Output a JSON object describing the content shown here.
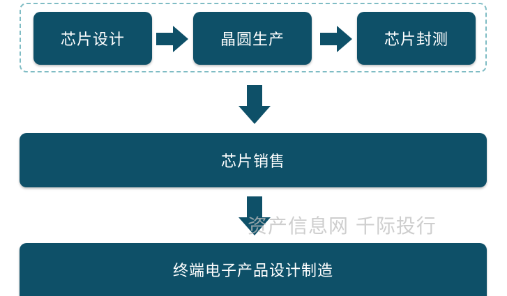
{
  "steps": {
    "design": "芯片设计",
    "wafer": "晶圆生产",
    "packaging": "芯片封测",
    "sales": "芯片销售",
    "terminal": "终端电子产品设计制造"
  },
  "watermark": "资产信息网 千际投行",
  "colors": {
    "box": "#0e5068",
    "border": "#7fbcc4"
  }
}
